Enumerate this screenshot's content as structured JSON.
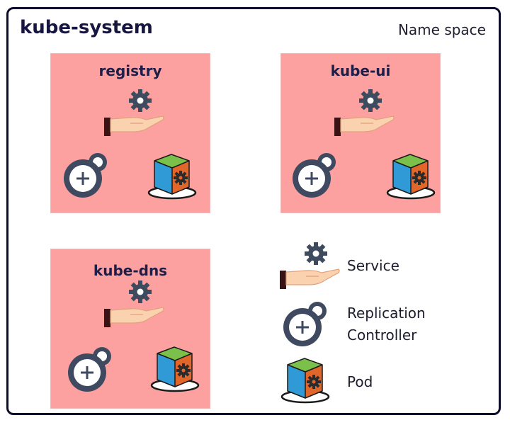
{
  "namespace": {
    "title": "kube-system",
    "type_label": "Name space"
  },
  "services": [
    {
      "name": "registry"
    },
    {
      "name": "kube-ui"
    },
    {
      "name": "kube-dns"
    }
  ],
  "legend": {
    "service_label": "Service",
    "rc_label_line1": "Replication",
    "rc_label_line2": "Controller",
    "pod_label": "Pod"
  },
  "icons": {
    "service": "service-hand-gear-icon",
    "replication_controller": "replication-controller-plus-icon",
    "pod": "pod-cube-icon"
  },
  "colors": {
    "box_fill": "#fca0a0",
    "gear": "#3e4a5e",
    "hand": "#fbd2b0",
    "cuff": "#3a1414",
    "rc": "#3f4a60",
    "pod_green": "#7ac04a",
    "pod_blue": "#2f9ad6",
    "pod_orange": "#e0662a",
    "title": "#161640"
  }
}
